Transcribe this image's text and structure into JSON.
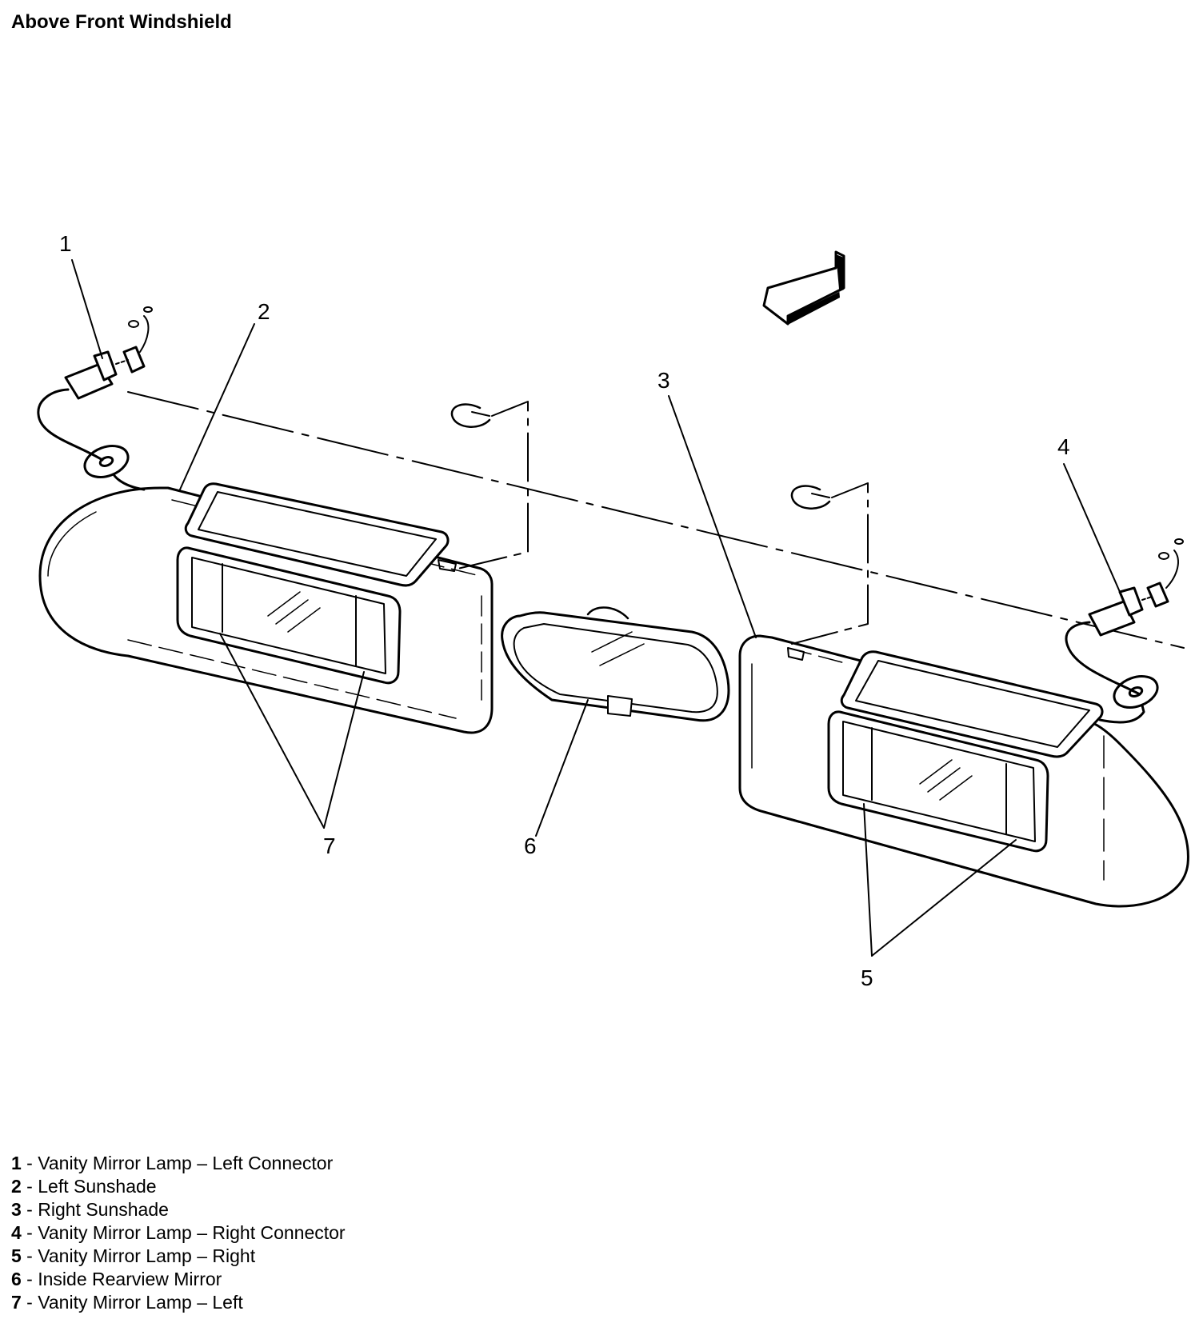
{
  "title": "Above Front Windshield",
  "callouts": {
    "c1": "1",
    "c2": "2",
    "c3": "3",
    "c4": "4",
    "c5": "5",
    "c6": "6",
    "c7": "7"
  },
  "legend": [
    {
      "num": "1",
      "sep": " - ",
      "text": "Vanity Mirror Lamp – Left Connector"
    },
    {
      "num": "2",
      "sep": " - ",
      "text": "Left Sunshade"
    },
    {
      "num": "3",
      "sep": " - ",
      "text": "Right Sunshade"
    },
    {
      "num": "4",
      "sep": " - ",
      "text": "Vanity Mirror Lamp – Right Connector"
    },
    {
      "num": "5",
      "sep": " - ",
      "text": "Vanity Mirror Lamp – Right"
    },
    {
      "num": "6",
      "sep": " - ",
      "text": "Inside Rearview Mirror"
    },
    {
      "num": "7",
      "sep": " - ",
      "text": "Vanity Mirror Lamp – Left"
    }
  ]
}
